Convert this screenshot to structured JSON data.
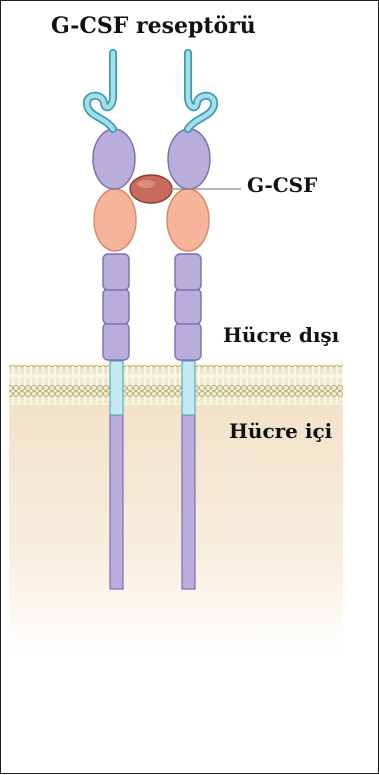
{
  "labels": {
    "title": "G-CSF reseptörü",
    "ligand": "G-CSF",
    "extracellular": "Hücre dışı",
    "intracellular": "Hücre içi"
  },
  "colors": {
    "hook": "#9fd9e3",
    "hook_stroke": "#3a9fb6",
    "purple": "#b9aedb",
    "purple_stroke": "#7d6fb0",
    "salmon": "#f6b49a",
    "salmon_stroke": "#d8876a",
    "ligand": "#c86a5c",
    "ligand_stroke": "#8e3a30",
    "membrane_head": "#eeeac0",
    "membrane_stroke": "#a8a26a",
    "tm_segment": "#bfe6ee",
    "cytoplasm": "#f3e3cc"
  }
}
